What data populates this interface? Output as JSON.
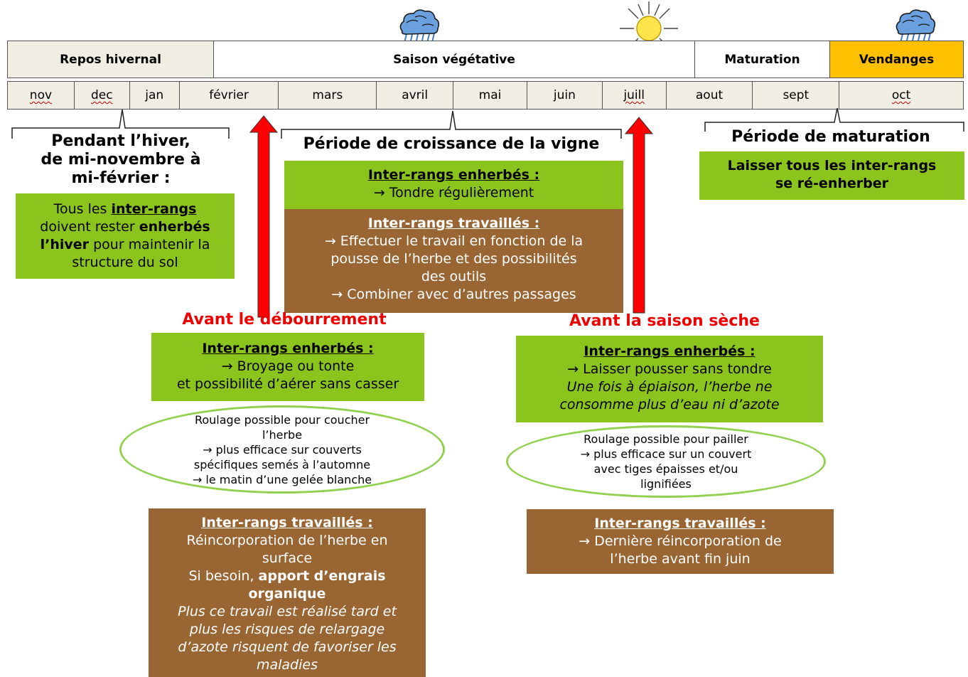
{
  "seasons": [
    {
      "label": "Repos hivernal",
      "color": "#f0eee2"
    },
    {
      "label": "Saison végétative",
      "color": "#ffffff"
    },
    {
      "label": "Maturation",
      "color": "#ffffff"
    },
    {
      "label": "Vendanges",
      "color": "#ffc000"
    }
  ],
  "months": [
    "nov",
    "dec",
    "jan",
    "février",
    "mars",
    "avril",
    "mai",
    "juin",
    "juill",
    "aout",
    "sept",
    "oct"
  ],
  "winter": {
    "heading": [
      "Pendant l’hiver,",
      "de mi-novembre à",
      "mi-février :"
    ],
    "box": {
      "t1": "Tous les ",
      "b1": "inter-rangs",
      "t2": "doivent rester ",
      "b2": "enherbés",
      "b3": "l’hiver",
      "t3": " pour maintenir la",
      "t4": "structure du sol"
    }
  },
  "growth": {
    "heading": "Période de croissance de la vigne",
    "grass": {
      "title": "Inter-rangs enherbés :",
      "lines": [
        "→ Tondre régulièrement"
      ]
    },
    "worked": {
      "title": "Inter-rangs travaillés :",
      "lines": [
        "→ Effectuer le travail en fonction de la",
        "pousse de l’herbe et des possibilités",
        "des outils",
        "→ Combiner avec d’autres passages"
      ]
    }
  },
  "maturation": {
    "heading": "Période de maturation",
    "box": [
      "Laisser tous les inter-rangs",
      "se ré-enherber"
    ]
  },
  "budbreak": {
    "title": "Avant le débourrement",
    "grass": {
      "title": "Inter-rangs enherbés :",
      "lines": [
        "→ Broyage ou tonte",
        "et possibilité d’aérer sans casser"
      ]
    },
    "ellipse": [
      "Roulage possible  pour coucher",
      "l’herbe",
      "→ plus efficace sur couverts",
      "spécifiques semés à l’automne",
      "→ le matin d’une gelée blanche"
    ],
    "worked": {
      "title": "Inter-rangs travaillés :",
      "l1": "Réincorporation de l’herbe  en",
      "l2": "surface",
      "l3": "Si besoin, ",
      "l3b": "apport d’engrais",
      "l4": "organique",
      "italic": [
        "Plus ce travail est réalisé tard et",
        "plus les risques de relargage",
        "d’azote risquent de favoriser les",
        "maladies"
      ]
    }
  },
  "dry": {
    "title": "Avant la saison sèche",
    "grass": {
      "title": "Inter-rangs enherbés :",
      "l1": "→ Laisser pousser sans tondre",
      "italic": [
        "Une fois à épiaison, l’herbe ne",
        "consomme  plus d’eau ni d’azote"
      ]
    },
    "ellipse": [
      "Roulage possible pour pailler",
      "→ plus efficace sur un couvert",
      "avec tiges épaisses et/ou",
      "lignifiées"
    ],
    "worked": {
      "title": "Inter-rangs travaillés :",
      "lines": [
        "→ Dernière  réincorporation de",
        "l’herbe avant fin juin"
      ]
    }
  },
  "icons": {
    "weather": [
      "rain-cloud-icon",
      "sun-icon",
      "rain-cloud-icon"
    ],
    "arrows": [
      "red-up-arrow",
      "red-up-arrow"
    ]
  },
  "colors": {
    "green": "#8cc41e",
    "brown": "#996633",
    "red": "#ee0000",
    "harvest": "#ffc000",
    "ellipse": "#92d050"
  }
}
